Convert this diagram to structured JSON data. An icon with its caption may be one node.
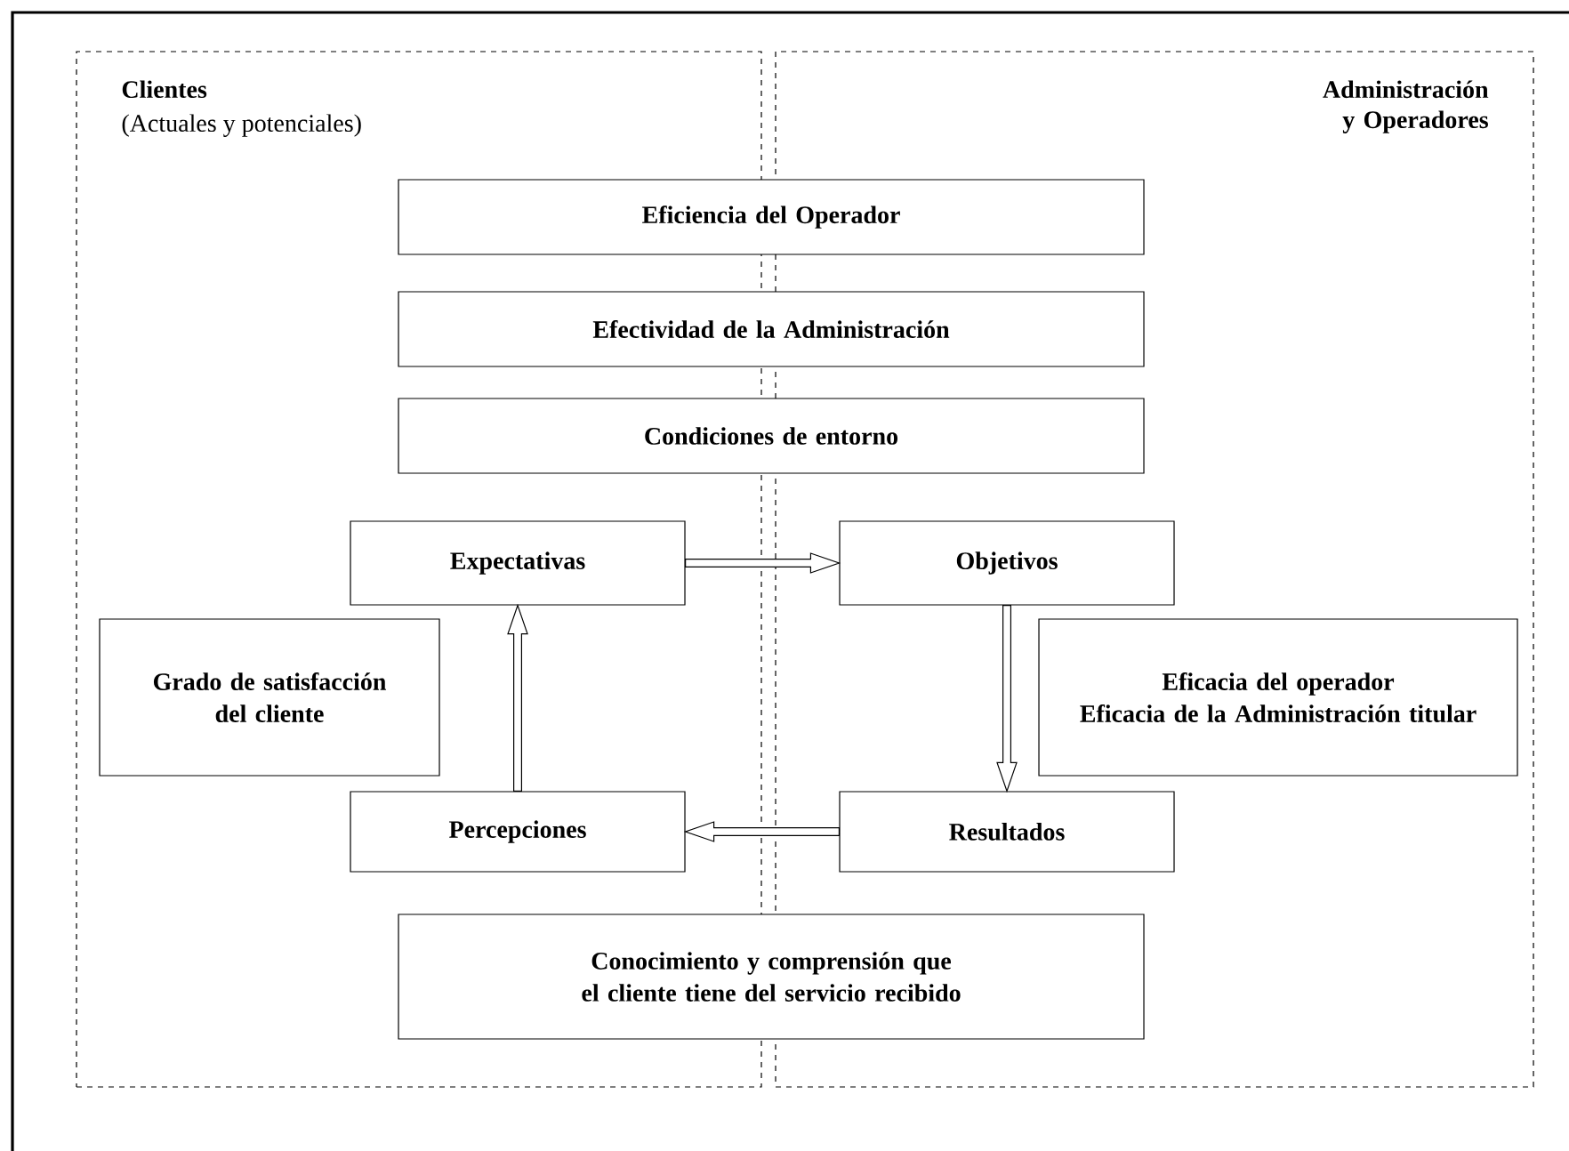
{
  "diagram": {
    "nodes": [
      {
        "text": [
          "Clientes",
          "(Actuales y potenciales)"
        ]
      },
      {
        "text": [
          "Administración y Operadores"
        ]
      },
      {
        "text": [
          "Eficiencia del Operador"
        ]
      },
      {
        "text": [
          "Efectividad de la Administración"
        ]
      },
      {
        "text": [
          "Condiciones de entorno"
        ]
      },
      {
        "text": [
          "Expectativas"
        ],
        "in": 0
      },
      {
        "text": [
          "Objetivos"
        ],
        "in": 1
      },
      {
        "text": [
          "Grado de satisfacción del cliente"
        ],
        "in": 0
      },
      {
        "text": [
          "Eficacia del operador",
          "Eficacia de la Administración titular"
        ],
        "in": 1
      },
      {
        "text": [
          "Percepciones"
        ],
        "in": 0
      },
      {
        "text": [
          "Resultados"
        ],
        "in": 1
      },
      {
        "text": [
          "Conocimiento y comprensión que el cliente tiene del servicio recibido"
        ]
      }
    ],
    "edges": [
      {
        "from": 5,
        "to": 6,
        "arrow": "to"
      },
      {
        "from": 6,
        "to": 10,
        "arrow": "to"
      },
      {
        "from": 10,
        "to": 9,
        "arrow": "to"
      },
      {
        "from": 9,
        "to": 5,
        "arrow": "to"
      }
    ]
  }
}
